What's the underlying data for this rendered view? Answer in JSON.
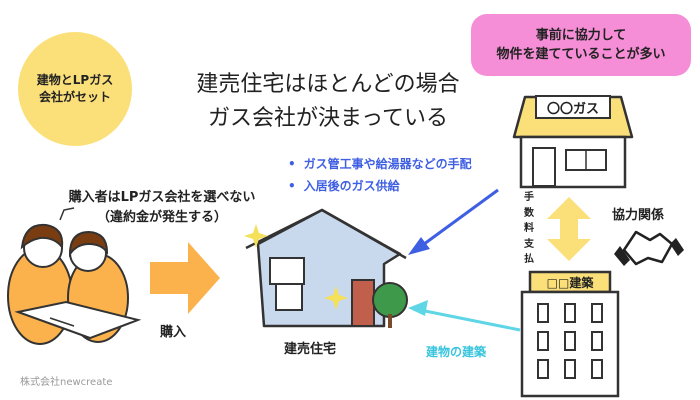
{
  "badge": {
    "lines": [
      "建物とLPガス",
      "会社がセット"
    ]
  },
  "title": {
    "lines": [
      "建売住宅はほとんどの場合",
      "ガス会社が決まっている"
    ]
  },
  "callout": {
    "lines": [
      "事前に協力して",
      "物件を建てていることが多い"
    ]
  },
  "gas_tasks": [
    "ガス管工事や給湯器などの手配",
    "入居後のガス供給"
  ],
  "buyer_note": {
    "lines": [
      "購入者はLPガス会社を選べない",
      "（違約金が発生する）"
    ]
  },
  "labels": {
    "purchase": "購入",
    "house": "建売住宅",
    "construction": "建物の建築",
    "cooperation": "協力関係",
    "fee_chars": [
      "手",
      "数",
      "料",
      "支",
      "払"
    ]
  },
  "gas_company_sign": "〇〇ガス",
  "builder_sign": "□□建築",
  "footer": "株式会社newcreate",
  "colors": {
    "badge": "#fbe07a",
    "callout": "#f58ed6",
    "blue_arrow": "#3f5fe3",
    "cyan_arrow": "#5fd6e6",
    "orange_arrow": "#fbb24d",
    "yellow_arrow": "#fbe07a"
  }
}
